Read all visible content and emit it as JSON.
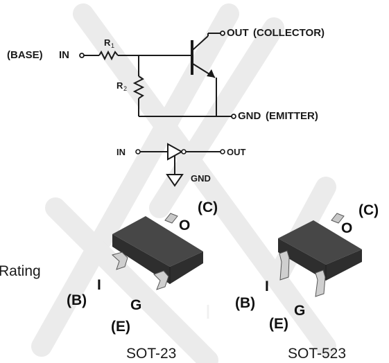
{
  "transistor_circuit": {
    "base_label": "(BASE)",
    "in_label": "IN",
    "r1_label": "R",
    "r1_sub": "1",
    "r2_label": "R",
    "r2_sub": "2",
    "out_label": "OUT",
    "collector_label": "(COLLECTOR)",
    "gnd_label": "GND",
    "emitter_label": "(EMITTER)"
  },
  "inverter_symbol": {
    "in_label": "IN",
    "out_label": "OUT",
    "gnd_label": "GND"
  },
  "partial_text": "Rating",
  "sot23": {
    "caption": "SOT-23",
    "pin_o": "O",
    "pin_c": "(C)",
    "pin_i": "I",
    "pin_b": "(B)",
    "pin_g": "G",
    "pin_e": "(E)"
  },
  "sot523": {
    "caption": "SOT-523",
    "pin_o": "O",
    "pin_c": "(C)",
    "pin_i": "I",
    "pin_b": "(B)",
    "pin_g": "G",
    "pin_e": "(E)"
  },
  "colors": {
    "line": "#1a1a1a",
    "package_body": "#3a3a3a",
    "package_top": "#4a4a4a",
    "lead": "#c8c8c8",
    "watermark": "#e6e6e6"
  }
}
